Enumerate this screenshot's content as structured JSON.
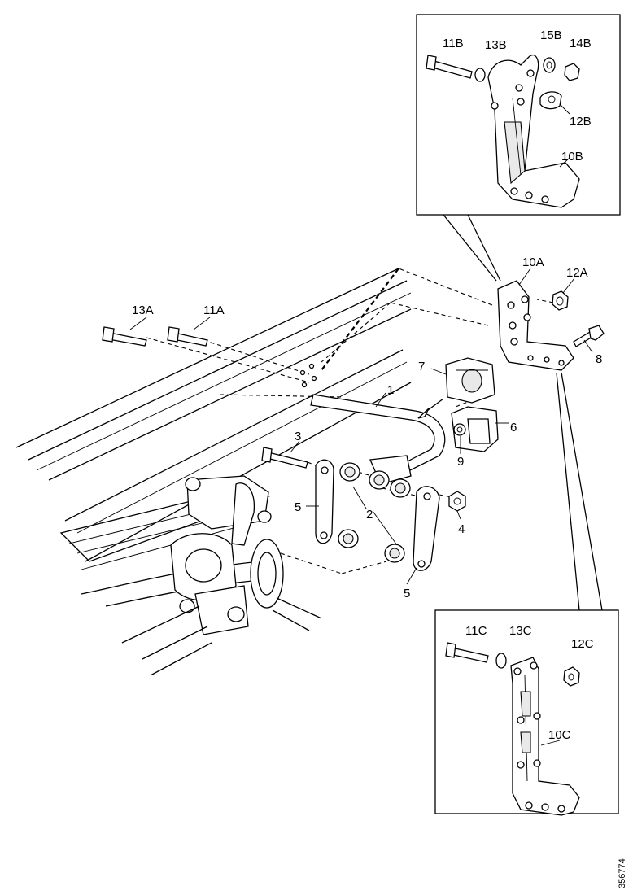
{
  "callouts": {
    "c1": "1",
    "c2": "2",
    "c3": "3",
    "c4": "4",
    "c5a": "5",
    "c5b": "5",
    "c6": "6",
    "c7": "7",
    "c8": "8",
    "c9": "9",
    "c10A": "10A",
    "c11A": "11A",
    "c12A": "12A",
    "c13A": "13A",
    "c10B": "10B",
    "c11B": "11B",
    "c12B": "12B",
    "c13B": "13B",
    "c14B": "14B",
    "c15B": "15B",
    "c10C": "10C",
    "c11C": "11C",
    "c12C": "12C",
    "c13C": "13C"
  },
  "reference_number": "356774"
}
